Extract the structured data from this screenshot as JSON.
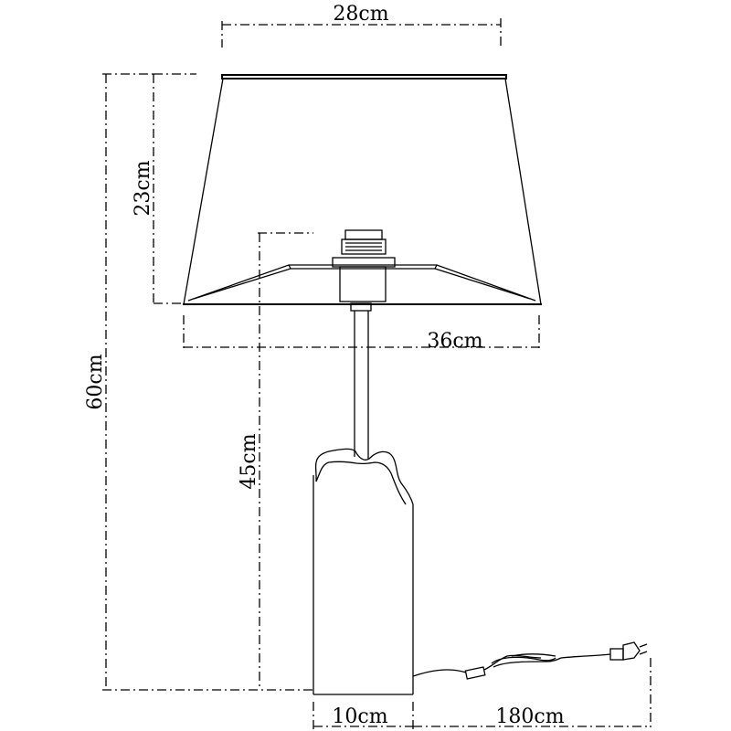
{
  "dimensions": {
    "shade_top_width": "28cm",
    "shade_height": "23cm",
    "total_height": "60cm",
    "base_height": "45cm",
    "shade_bottom_width": "36cm",
    "base_width": "10cm",
    "cable_length": "180cm"
  }
}
